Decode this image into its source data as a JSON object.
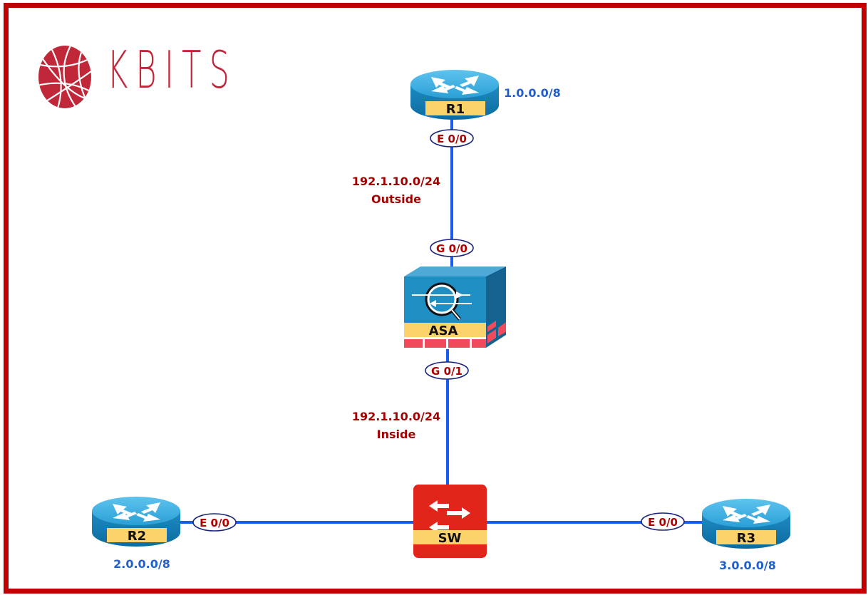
{
  "logo": {
    "text": "KBITS",
    "color": "#c0283a"
  },
  "frame_color": "#c00000",
  "link_color": "#1a5cf0",
  "devices": {
    "r1": {
      "label": "R1",
      "network": "1.0.0.0/8",
      "type": "router"
    },
    "r2": {
      "label": "R2",
      "network": "2.0.0.0/8",
      "type": "router"
    },
    "r3": {
      "label": "R3",
      "network": "3.0.0.0/8",
      "type": "router"
    },
    "asa": {
      "label": "ASA",
      "type": "firewall"
    },
    "sw": {
      "label": "SW",
      "type": "switch"
    }
  },
  "interfaces": {
    "r1_e00": "E 0/0",
    "asa_g00": "G 0/0",
    "asa_g01": "G 0/1",
    "r2_e00": "E 0/0",
    "r3_e00": "E 0/0"
  },
  "segments": {
    "outside": {
      "subnet": "192.1.10.0/24",
      "zone": "Outside"
    },
    "inside": {
      "subnet": "192.1.10.0/24",
      "zone": "Inside"
    }
  }
}
